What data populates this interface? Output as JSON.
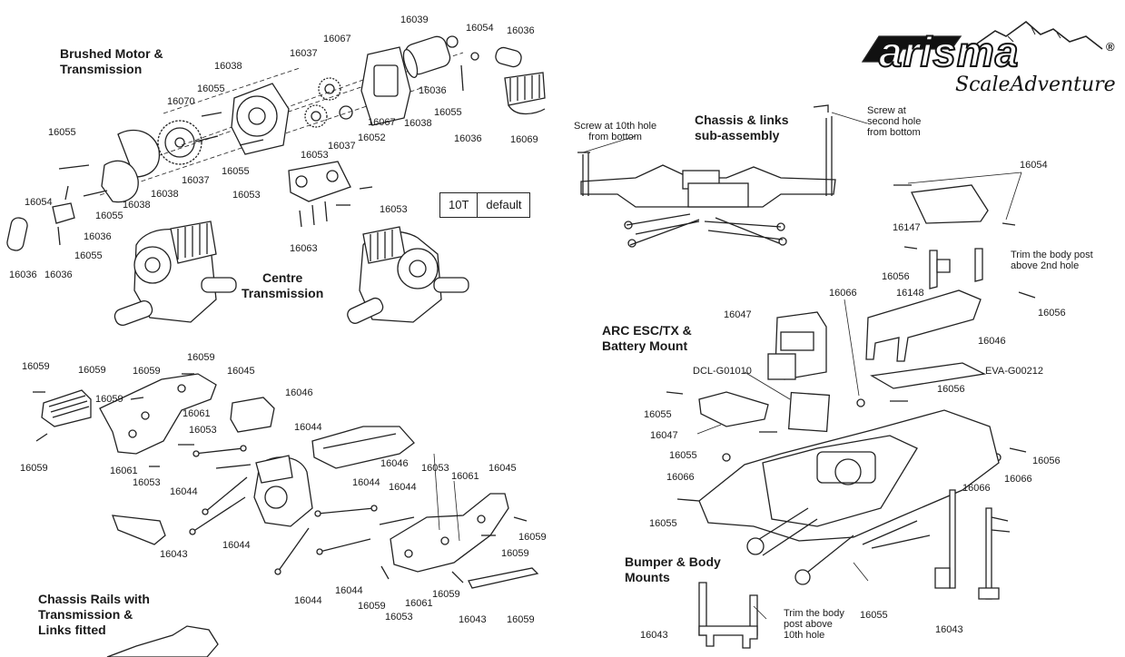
{
  "sections": {
    "brushed_motor": "Brushed Motor &\nTransmission",
    "centre_transmission": "Centre\nTransmission",
    "chassis_links": "Chassis & links\nsub-assembly",
    "arc_esc": "ARC ESC/TX &\nBattery Mount",
    "chassis_rails": "Chassis Rails with\nTransmission &\nLinks fitted",
    "bumper_body": "Bumper & Body\nMounts"
  },
  "notes": {
    "screw_10th": "Screw at 10th hole\nfrom bottom",
    "screw_second": "Screw at\nsecond hole\nfrom bottom",
    "trim_2nd": "Trim the body post\nabove 2nd hole",
    "trim_10th": "Trim the body\npost above\n10th hole"
  },
  "selector": {
    "option": "10T",
    "value": "default"
  },
  "logo": {
    "word": "arisma",
    "mark": "®",
    "sub": "ScaleAdventure"
  },
  "part_labels": {
    "p1": "16039",
    "p2": "16054",
    "p3": "16036",
    "p4": "16067",
    "p5": "16037",
    "p6": "16038",
    "p7": "16055",
    "p8": "16070",
    "p9": "16036",
    "p10": "16055",
    "p11": "16067",
    "p12": "16038",
    "p13": "16036",
    "p14": "16069",
    "p15": "16055",
    "p16": "16052",
    "p17": "16037",
    "p18": "16053",
    "p19": "16037",
    "p20": "16038",
    "p21": "16038",
    "p22": "16055",
    "p23": "16053",
    "p24": "16054",
    "p25": "16055",
    "p26": "16036",
    "p27": "16053",
    "p28": "16063",
    "p29": "16055",
    "p30": "16036",
    "p31": "16036",
    "p32": "16054",
    "p33": "16147",
    "p34": "16056",
    "p35": "16148",
    "p36": "16066",
    "p37": "16056",
    "p38": "16047",
    "p39": "16046",
    "p40": "DCL-G01010",
    "p41": "EVA-G00212",
    "p42": "16056",
    "p43": "16055",
    "p44": "16047",
    "p45": "16055",
    "p46": "16056",
    "p47": "16066",
    "p48": "16066",
    "p49": "16066",
    "p50": "16055",
    "p51": "16055",
    "p52": "16043",
    "p53": "16043",
    "p54": "16059",
    "p55": "16059",
    "p56": "16059",
    "p57": "16059",
    "p58": "16045",
    "p59": "16059",
    "p60": "16046",
    "p61": "16061",
    "p62": "16053",
    "p63": "16044",
    "p64": "16059",
    "p65": "16061",
    "p66": "16053",
    "p67": "16046",
    "p68": "16044",
    "p69": "16053",
    "p70": "16061",
    "p71": "16045",
    "p72": "16044",
    "p73": "16044",
    "p74": "16059",
    "p75": "16043",
    "p76": "16044",
    "p77": "16059",
    "p78": "16044",
    "p79": "16044",
    "p80": "16059",
    "p81": "16059",
    "p82": "16061",
    "p83": "16053",
    "p84": "16043",
    "p85": "16059"
  }
}
